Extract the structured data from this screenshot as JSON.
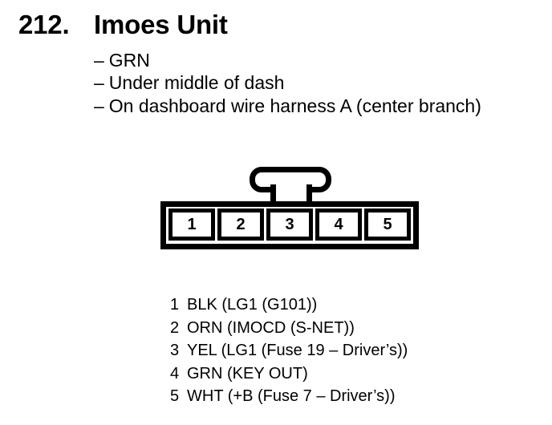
{
  "heading": {
    "number": "212.",
    "title": "Imoes Unit"
  },
  "details": {
    "marker": "–",
    "items": [
      "GRN",
      "Under middle of dash",
      "On dashboard wire harness A (center branch)"
    ]
  },
  "connector": {
    "pins": [
      "1",
      "2",
      "3",
      "4",
      "5"
    ]
  },
  "pin_list": [
    {
      "pin": "1",
      "desc": "BLK (LG1 (G101))"
    },
    {
      "pin": "2",
      "desc": "ORN (IMOCD (S-NET))"
    },
    {
      "pin": "3",
      "desc": "YEL (LG1 (Fuse 19 – Driver’s))"
    },
    {
      "pin": "4",
      "desc": "GRN (KEY OUT)"
    },
    {
      "pin": "5",
      "desc": "WHT (+B (Fuse 7 – Driver’s))"
    }
  ],
  "colors": {
    "ink": "#000000",
    "paper": "#ffffff"
  }
}
